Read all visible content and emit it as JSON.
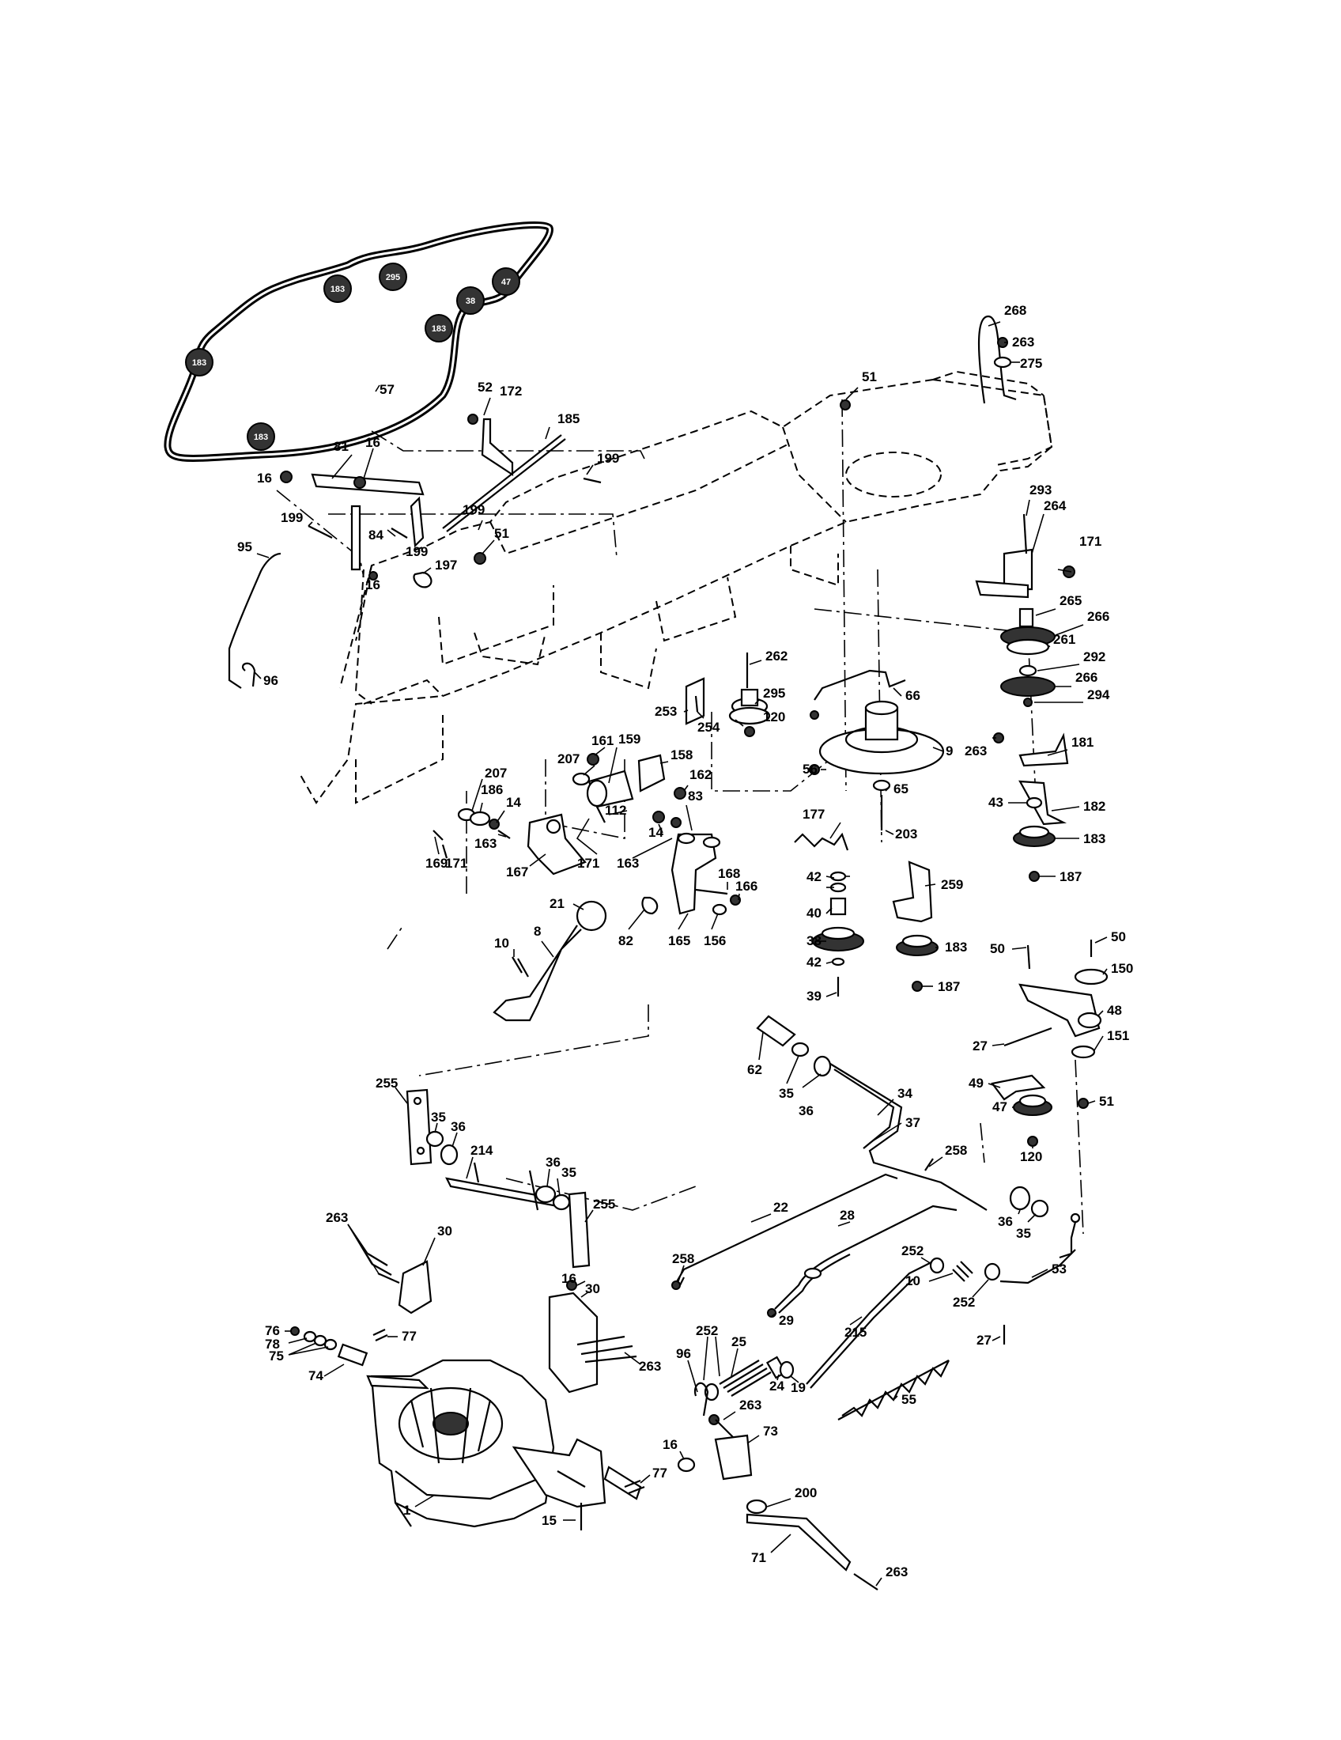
{
  "callouts": [
    {
      "id": "c1",
      "text": "268"
    },
    {
      "id": "c2",
      "text": "263"
    },
    {
      "id": "c3",
      "text": "275"
    },
    {
      "id": "c4",
      "text": "51"
    },
    {
      "id": "c5",
      "text": "52"
    },
    {
      "id": "c6",
      "text": "172"
    },
    {
      "id": "c7",
      "text": "185"
    },
    {
      "id": "c8",
      "text": "199"
    },
    {
      "id": "c9",
      "text": "57"
    },
    {
      "id": "c10",
      "text": "81"
    },
    {
      "id": "c11",
      "text": "16"
    },
    {
      "id": "c12",
      "text": "16"
    },
    {
      "id": "c13",
      "text": "199"
    },
    {
      "id": "c14",
      "text": "199"
    },
    {
      "id": "c15",
      "text": "84"
    },
    {
      "id": "c16",
      "text": "51"
    },
    {
      "id": "c17",
      "text": "199"
    },
    {
      "id": "c18",
      "text": "197"
    },
    {
      "id": "c19",
      "text": "16"
    },
    {
      "id": "c20",
      "text": "95"
    },
    {
      "id": "c21",
      "text": "96"
    },
    {
      "id": "c22",
      "text": "293"
    },
    {
      "id": "c23",
      "text": "264"
    },
    {
      "id": "c24",
      "text": "171"
    },
    {
      "id": "c25",
      "text": "265"
    },
    {
      "id": "c26",
      "text": "266"
    },
    {
      "id": "c27",
      "text": "261"
    },
    {
      "id": "c28",
      "text": "292"
    },
    {
      "id": "c29",
      "text": "266"
    },
    {
      "id": "c30",
      "text": "294"
    },
    {
      "id": "c31",
      "text": "262"
    },
    {
      "id": "c32",
      "text": "295"
    },
    {
      "id": "c33",
      "text": "120"
    },
    {
      "id": "c34",
      "text": "253"
    },
    {
      "id": "c35",
      "text": "254"
    },
    {
      "id": "c36",
      "text": "66"
    },
    {
      "id": "c37",
      "text": "56"
    },
    {
      "id": "c38",
      "text": "9"
    },
    {
      "id": "c39",
      "text": "263"
    },
    {
      "id": "c40",
      "text": "181"
    },
    {
      "id": "c41",
      "text": "65"
    },
    {
      "id": "c42",
      "text": "43"
    },
    {
      "id": "c43",
      "text": "182"
    },
    {
      "id": "c44",
      "text": "203"
    },
    {
      "id": "c45",
      "text": "183"
    },
    {
      "id": "c46",
      "text": "187"
    },
    {
      "id": "c47",
      "text": "161"
    },
    {
      "id": "c48",
      "text": "159"
    },
    {
      "id": "c49",
      "text": "158"
    },
    {
      "id": "c50",
      "text": "207"
    },
    {
      "id": "c51",
      "text": "207"
    },
    {
      "id": "c52",
      "text": "162"
    },
    {
      "id": "c53",
      "text": "186"
    },
    {
      "id": "c54",
      "text": "14"
    },
    {
      "id": "c55",
      "text": "112"
    },
    {
      "id": "c56",
      "text": "163"
    },
    {
      "id": "c57",
      "text": "14"
    },
    {
      "id": "c58",
      "text": "83"
    },
    {
      "id": "c59",
      "text": "177"
    },
    {
      "id": "c60",
      "text": "169"
    },
    {
      "id": "c61",
      "text": "171"
    },
    {
      "id": "c62",
      "text": "167"
    },
    {
      "id": "c63",
      "text": "171"
    },
    {
      "id": "c64",
      "text": "163"
    },
    {
      "id": "c65",
      "text": "42"
    },
    {
      "id": "c66",
      "text": "259"
    },
    {
      "id": "c67",
      "text": "168"
    },
    {
      "id": "c68",
      "text": "166"
    },
    {
      "id": "c69",
      "text": "40"
    },
    {
      "id": "c70",
      "text": "21"
    },
    {
      "id": "c71",
      "text": "8"
    },
    {
      "id": "c72",
      "text": "82"
    },
    {
      "id": "c73",
      "text": "165"
    },
    {
      "id": "c74",
      "text": "156"
    },
    {
      "id": "c75",
      "text": "38"
    },
    {
      "id": "c76",
      "text": "183"
    },
    {
      "id": "c77",
      "text": "10"
    },
    {
      "id": "c78",
      "text": "42"
    },
    {
      "id": "c79",
      "text": "187"
    },
    {
      "id": "c80",
      "text": "50"
    },
    {
      "id": "c81",
      "text": "50"
    },
    {
      "id": "c82",
      "text": "150"
    },
    {
      "id": "c83",
      "text": "39"
    },
    {
      "id": "c84",
      "text": "48"
    },
    {
      "id": "c85",
      "text": "27"
    },
    {
      "id": "c86",
      "text": "151"
    },
    {
      "id": "c87",
      "text": "62"
    },
    {
      "id": "c88",
      "text": "49"
    },
    {
      "id": "c89",
      "text": "51"
    },
    {
      "id": "c90",
      "text": "35"
    },
    {
      "id": "c91",
      "text": "36"
    },
    {
      "id": "c92",
      "text": "34"
    },
    {
      "id": "c93",
      "text": "47"
    },
    {
      "id": "c94",
      "text": "255"
    },
    {
      "id": "c95",
      "text": "35"
    },
    {
      "id": "c96",
      "text": "36"
    },
    {
      "id": "c97",
      "text": "37"
    },
    {
      "id": "c98",
      "text": "120"
    },
    {
      "id": "c99",
      "text": "214"
    },
    {
      "id": "c100",
      "text": "258"
    },
    {
      "id": "c101",
      "text": "36"
    },
    {
      "id": "c102",
      "text": "35"
    },
    {
      "id": "c103",
      "text": "263"
    },
    {
      "id": "c104",
      "text": "255"
    },
    {
      "id": "c105",
      "text": "22"
    },
    {
      "id": "c106",
      "text": "28"
    },
    {
      "id": "c107",
      "text": "36"
    },
    {
      "id": "c108",
      "text": "35"
    },
    {
      "id": "c109",
      "text": "30"
    },
    {
      "id": "c110",
      "text": "252"
    },
    {
      "id": "c111",
      "text": "258"
    },
    {
      "id": "c112",
      "text": "10"
    },
    {
      "id": "c113",
      "text": "53"
    },
    {
      "id": "c114",
      "text": "252"
    },
    {
      "id": "c115",
      "text": "16"
    },
    {
      "id": "c116",
      "text": "30"
    },
    {
      "id": "c117",
      "text": "29"
    },
    {
      "id": "c118",
      "text": "76"
    },
    {
      "id": "c119",
      "text": "77"
    },
    {
      "id": "c120",
      "text": "78"
    },
    {
      "id": "c121",
      "text": "215"
    },
    {
      "id": "c122",
      "text": "27"
    },
    {
      "id": "c123",
      "text": "75"
    },
    {
      "id": "c124",
      "text": "252"
    },
    {
      "id": "c125",
      "text": "25"
    },
    {
      "id": "c126",
      "text": "74"
    },
    {
      "id": "c127",
      "text": "263"
    },
    {
      "id": "c128",
      "text": "96"
    },
    {
      "id": "c129",
      "text": "24"
    },
    {
      "id": "c130",
      "text": "19"
    },
    {
      "id": "c131",
      "text": "55"
    },
    {
      "id": "c132",
      "text": "263"
    },
    {
      "id": "c133",
      "text": "73"
    },
    {
      "id": "c134",
      "text": "16"
    },
    {
      "id": "c135",
      "text": "77"
    },
    {
      "id": "c136",
      "text": "200"
    },
    {
      "id": "c137",
      "text": "1"
    },
    {
      "id": "c138",
      "text": "15"
    },
    {
      "id": "c139",
      "text": "71"
    },
    {
      "id": "c140",
      "text": "263"
    }
  ],
  "belt_pulleys": [
    {
      "id": "p1",
      "text": "183"
    },
    {
      "id": "p2",
      "text": "183"
    },
    {
      "id": "p3",
      "text": "295"
    },
    {
      "id": "p4",
      "text": "38"
    },
    {
      "id": "p5",
      "text": "47"
    },
    {
      "id": "p6",
      "text": "183"
    },
    {
      "id": "p7",
      "text": "183"
    }
  ]
}
